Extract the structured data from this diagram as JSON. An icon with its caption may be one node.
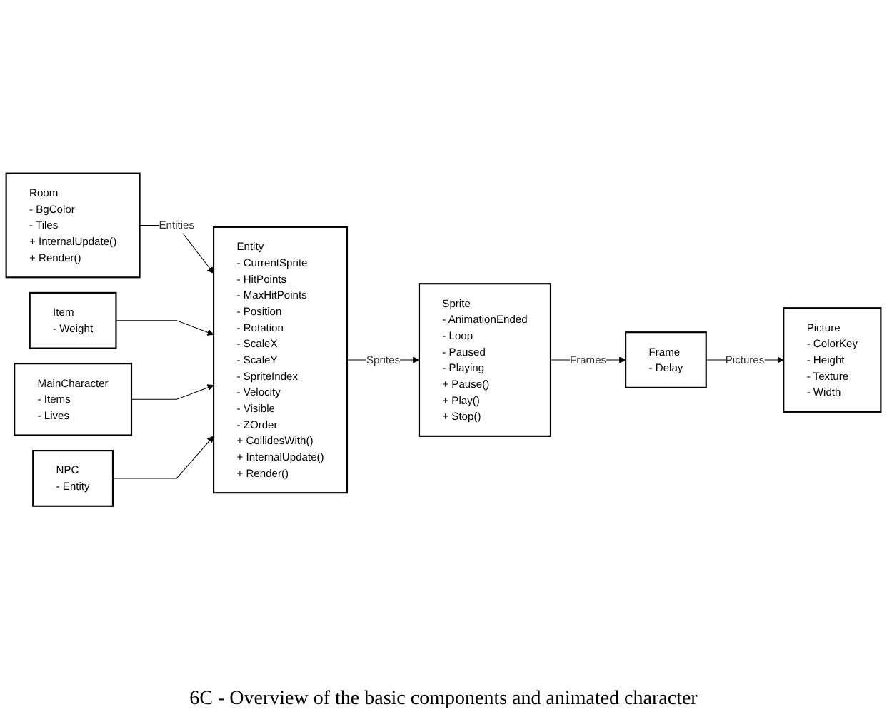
{
  "diagram": {
    "caption": "6C - Overview of the basic components and animated character",
    "nodes": [
      {
        "text": [
          "Sprite",
          "- AnimationEnded",
          "- Loop",
          "- Paused",
          "- Playing",
          "+ Pause()",
          "+ Play()",
          "+ Stop()"
        ]
      },
      {
        "text": [
          "Entity",
          "- CurrentSprite",
          "- HitPoints",
          "- MaxHitPoints",
          "- Position",
          "- Rotation",
          "- ScaleX",
          "- ScaleY",
          "- SpriteIndex",
          "- Velocity",
          "- Visible",
          "- ZOrder",
          "+ CollidesWith()",
          "+ InternalUpdate()",
          "+ Render()"
        ]
      },
      {
        "text": [
          "Room",
          "- BgColor",
          "- Tiles",
          "+ InternalUpdate()",
          "+ Render()"
        ]
      },
      {
        "text": [
          "Frame",
          "- Delay"
        ]
      },
      {
        "text": [
          "Picture",
          "- ColorKey",
          "- Height",
          "- Texture",
          "- Width"
        ]
      },
      {
        "text": [
          "Item",
          "- Weight"
        ]
      },
      {
        "text": [
          "MainCharacter",
          "- Items",
          "- Lives"
        ]
      },
      {
        "text": [
          "NPC",
          "- Entity"
        ]
      }
    ],
    "edges": [
      {
        "from": 1,
        "to": 0,
        "arrow": "to",
        "label": "Sprites"
      },
      {
        "from": 2,
        "to": 1,
        "arrow": "to",
        "label": "Entities"
      },
      {
        "from": 0,
        "to": 3,
        "arrow": "to",
        "label": "Frames"
      },
      {
        "from": 3,
        "to": 4,
        "arrow": "to",
        "label": "Pictures"
      },
      {
        "from": 5,
        "to": 1,
        "arrow": "to"
      },
      {
        "from": 6,
        "to": 1,
        "arrow": "to"
      },
      {
        "from": 7,
        "to": 1,
        "arrow": "to"
      }
    ]
  }
}
